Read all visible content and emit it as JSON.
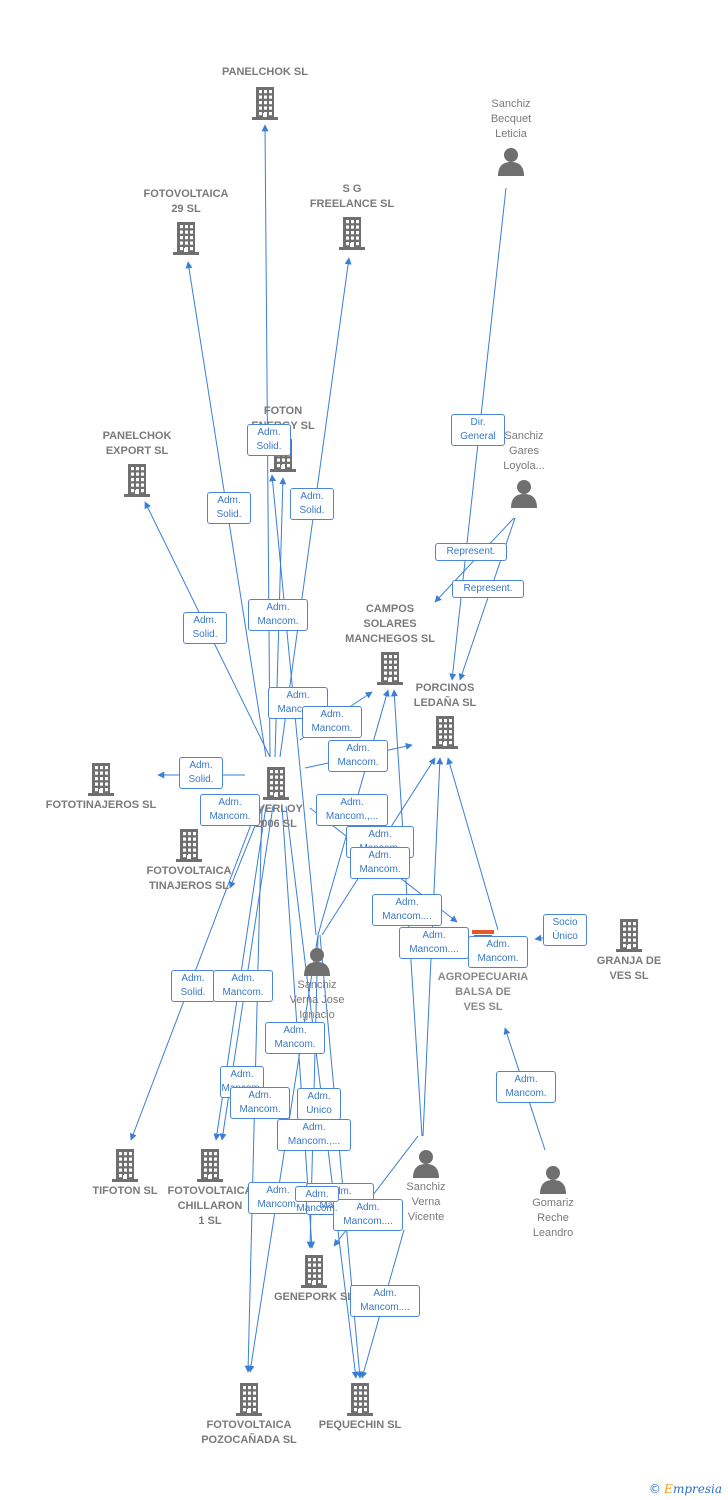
{
  "nodes": [
    {
      "id": "panelchok",
      "type": "company",
      "label": "PANELCHOK SL"
    },
    {
      "id": "sanchiz_becquet",
      "type": "person",
      "label": "Sanchiz\nBecquet\nLeticia"
    },
    {
      "id": "fotovoltaica29",
      "type": "company",
      "label": "FOTOVOLTAICA\n29 SL"
    },
    {
      "id": "sgfreelance",
      "type": "company",
      "label": "S G\nFREELANCE SL"
    },
    {
      "id": "foton_energy",
      "type": "company",
      "label": "FOTON\nENERGY SL"
    },
    {
      "id": "panelchok_export",
      "type": "company",
      "label": "PANELCHOK\nEXPORT SL"
    },
    {
      "id": "sanchiz_gares",
      "type": "person",
      "label": "Sanchiz\nGares\nLoyola..."
    },
    {
      "id": "campos_solares",
      "type": "company",
      "label": "CAMPOS\nSOLARES\nMANCHEGOS SL"
    },
    {
      "id": "porcinos",
      "type": "company",
      "label": "PORCINOS\nLEDAÑA SL"
    },
    {
      "id": "fototinajeros",
      "type": "company",
      "label": "FOTOTINAJEROS SL"
    },
    {
      "id": "overloy",
      "type": "company",
      "label": "OVERLOY\n2006 SL"
    },
    {
      "id": "fotovoltaica_tinajeros",
      "type": "company",
      "label": "FOTOVOLTAICA\nTINAJEROS SL"
    },
    {
      "id": "sanchiz_verna_jose",
      "type": "person",
      "label": "Sanchiz\nVerna Jose\nIgnacio"
    },
    {
      "id": "agropecuaria",
      "type": "company",
      "label": "AGROPECUARIA\nBALSA DE\nVES SL"
    },
    {
      "id": "granja",
      "type": "company",
      "label": "GRANJA DE\nVES SL"
    },
    {
      "id": "tifoton",
      "type": "company",
      "label": "TIFOTON SL"
    },
    {
      "id": "fotovoltaica_chillaron",
      "type": "company",
      "label": "FOTOVOLTAICA\nCHILLARON\n1 SL"
    },
    {
      "id": "sanchiz_verna_vicente",
      "type": "person",
      "label": "Sanchiz\nVerna\nVicente"
    },
    {
      "id": "gomariz",
      "type": "person",
      "label": "Gomariz\nReche\nLeandro"
    },
    {
      "id": "geneporc",
      "type": "company",
      "label": "GENEPORK SL"
    },
    {
      "id": "fotovoltaica_pozo",
      "type": "company",
      "label": "FOTOVOLTAICA\nPOZOCAÑADA SL"
    },
    {
      "id": "pequechin",
      "type": "company",
      "label": "PEQUECHIN SL"
    }
  ],
  "roles": [
    "Adm.\nSolid.",
    "Adm.\nSolid.",
    "Adm.\nSolid.",
    "Adm.\nSolid.",
    "Dir.\nGeneral",
    "Represent.",
    "Represent.",
    "Adm.\nMancom.",
    "Adm.\nMancom.",
    "Adm.\nMancom.",
    "Adm.\nMancom.",
    "Adm.\nSolid.",
    "Adm.\nMancom.",
    "Adm.\nMancom.,...",
    "Adm.\nMancom.",
    "Adm.\nMancom.",
    "Adm.\nMancom....",
    "Adm.\nMancom....",
    "Adm.\nMancom.",
    "Socio\nÚnico",
    "Adm.\nMancom.",
    "Adm.\nSolid.",
    "Adm.\nMancom.",
    "Adm.\nMancom.",
    "Adm.\nMancom.",
    "Adm.\nMancom.",
    "Adm.\nUnico",
    "Adm.\nMancom.,...",
    "Adm.\nMancom.",
    "Adm.\nMancom.",
    "Adm.\nMancom....",
    "Adm.\nMancom....",
    "Adm.\nMancom."
  ],
  "colors": {
    "edge": "#3a7fd5",
    "icon": "#6f6f6f",
    "highlight": "#e8572a"
  },
  "footer": {
    "copyright": "©",
    "brand_first": "E",
    "brand_rest": "mpresia"
  }
}
